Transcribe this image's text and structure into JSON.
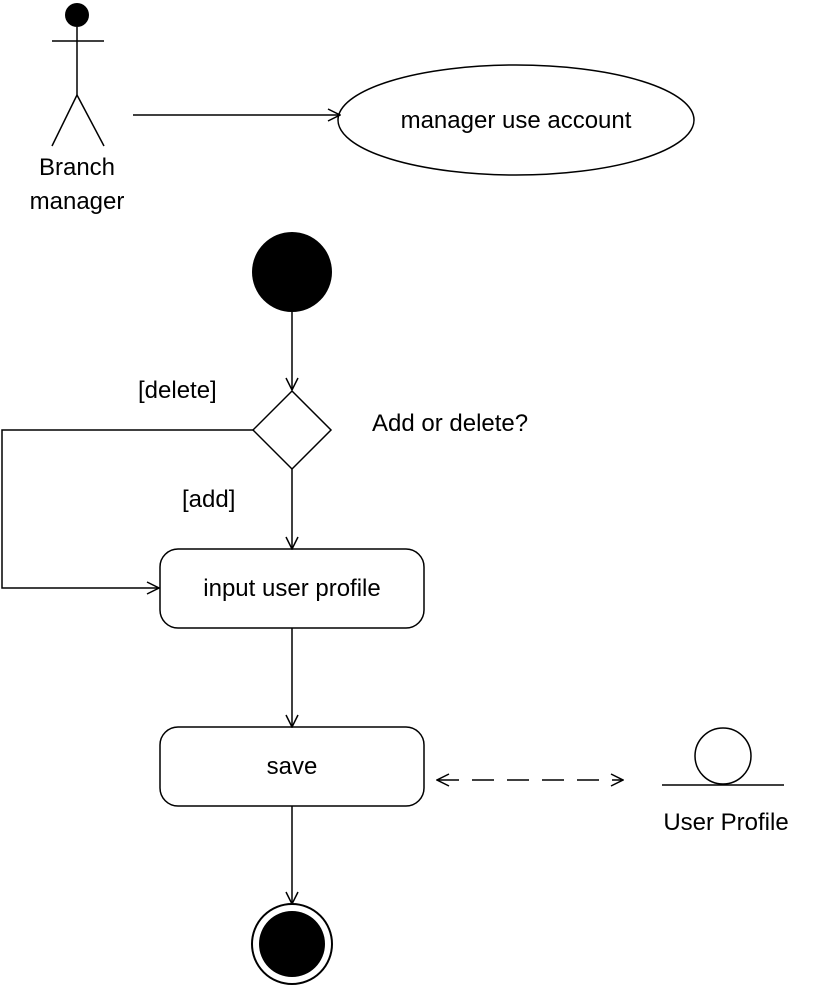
{
  "actor": {
    "name_line1": "Branch",
    "name_line2": "manager"
  },
  "use_case": {
    "label": "manager use account"
  },
  "activity": {
    "decision_question": "Add or delete?",
    "guard_delete": "[delete]",
    "guard_add": "[add]",
    "action_input": "input user profile",
    "action_save": "save"
  },
  "entity": {
    "label": "User Profile"
  },
  "colors": {
    "ink": "#000000",
    "background": "#ffffff"
  }
}
